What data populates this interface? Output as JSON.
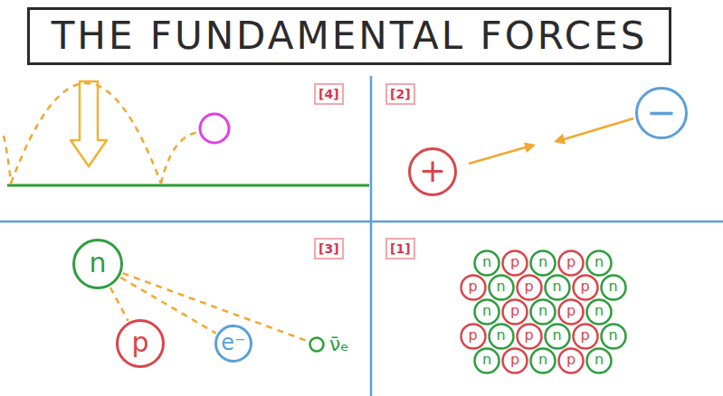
{
  "diagram": {
    "title": "THE FUNDAMENTAL FORCES",
    "nodes": [
      {
        "text": [
          "+"
        ]
      },
      {
        "text": [
          "−"
        ]
      },
      {
        "text": [
          "n"
        ]
      },
      {
        "text": [
          "p"
        ]
      },
      {
        "text": [
          "e⁻"
        ]
      },
      {
        "text": [
          "ν̄ₑ"
        ]
      },
      {
        "text": [
          "n"
        ]
      },
      {
        "text": [
          "p"
        ]
      },
      {
        "text": [
          "n"
        ]
      },
      {
        "text": [
          "p"
        ]
      },
      {
        "text": [
          "n"
        ]
      },
      {
        "text": [
          "p"
        ]
      },
      {
        "text": [
          "n"
        ]
      },
      {
        "text": [
          "p"
        ]
      },
      {
        "text": [
          "n"
        ]
      },
      {
        "text": [
          "p"
        ]
      },
      {
        "text": [
          "n"
        ]
      },
      {
        "text": [
          "n"
        ]
      },
      {
        "text": [
          "p"
        ]
      },
      {
        "text": [
          "n"
        ]
      },
      {
        "text": [
          "p"
        ]
      },
      {
        "text": [
          "n"
        ]
      },
      {
        "text": [
          "p"
        ]
      },
      {
        "text": [
          "n"
        ]
      },
      {
        "text": [
          "p"
        ]
      },
      {
        "text": [
          "n"
        ]
      },
      {
        "text": [
          "p"
        ]
      },
      {
        "text": [
          "n"
        ]
      },
      {
        "text": [
          "n"
        ]
      },
      {
        "text": [
          "p"
        ]
      },
      {
        "text": [
          "n"
        ]
      },
      {
        "text": [
          "p"
        ]
      },
      {
        "text": [
          "n"
        ]
      }
    ],
    "edges": [
      {
        "from": 2,
        "to": 3,
        "arrow": "none"
      },
      {
        "from": 2,
        "to": 4,
        "arrow": "none"
      },
      {
        "from": 2,
        "to": 5,
        "arrow": "none"
      }
    ],
    "labels": [
      "[4]",
      "[2]",
      "[3]",
      "[1]"
    ]
  }
}
